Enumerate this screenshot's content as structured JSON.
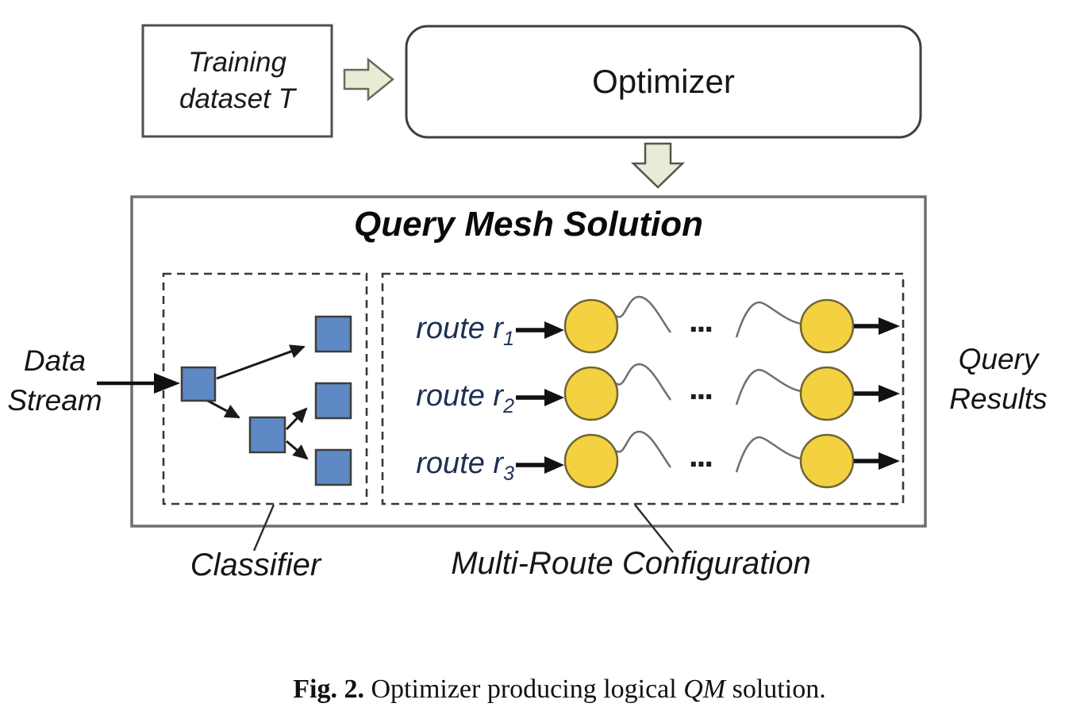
{
  "colors": {
    "node_blue": "#5e89c4",
    "operator_yellow": "#f4d140",
    "flow_arrow_beige": "#e8ebd7"
  },
  "training_box": {
    "line1": "Training",
    "line2": "dataset T"
  },
  "optimizer_box": {
    "label": "Optimizer"
  },
  "qm_box": {
    "title": "Query Mesh Solution"
  },
  "data_stream_label": {
    "line1": "Data",
    "line2": "Stream"
  },
  "query_results_label": {
    "line1": "Query",
    "line2": "Results"
  },
  "routes": [
    {
      "name": "route r",
      "sub": "1"
    },
    {
      "name": "route r",
      "sub": "2"
    },
    {
      "name": "route r",
      "sub": "3"
    }
  ],
  "ellipsis": "...",
  "classifier_label": "Classifier",
  "multiroute_label": "Multi-Route Configuration",
  "caption": {
    "label": "Fig. 2.",
    "text": " Optimizer producing logical ",
    "emphasis": "QM",
    "text_after": " solution."
  }
}
